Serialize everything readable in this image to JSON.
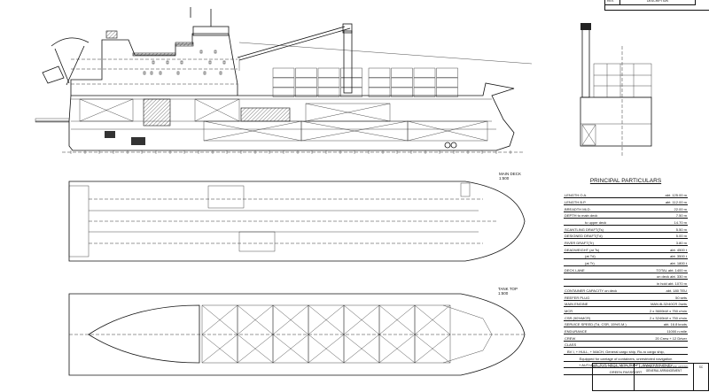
{
  "revision_block": {
    "rev_label": "REV.",
    "description_label": "DESCRIPTION"
  },
  "views": {
    "main_deck": {
      "title": "MAIN DECK",
      "scale": "1:500"
    },
    "tank_top": {
      "title": "TANK TOP",
      "scale": "1:500"
    }
  },
  "particulars": {
    "title": "PRINCIPAL PARTICULARS",
    "rows": [
      {
        "label": "LENGTH O.A.",
        "value": "abt. 125.00 m"
      },
      {
        "label": "LENGTH B.P.",
        "value": "abt. 112.00 m"
      },
      {
        "label": "BREADTH MLD.",
        "value": "22.00 m"
      },
      {
        "label": "DEPTH   to main deck",
        "value": "7.50 m"
      },
      {
        "label": "to upper deck",
        "value": "14.70 m",
        "indent": true
      },
      {
        "label": "SCANTLING DRAFT(Ts)",
        "value": "5.50 m"
      },
      {
        "label": "DESIGNED DRAFT(Td)",
        "value": "5.00 m"
      },
      {
        "label": "RIVER DRAFT(Tr)",
        "value": "3.80 m"
      },
      {
        "label": "DEADWEIGHT (at Ts)",
        "value": "abt. 4500 t"
      },
      {
        "label": "(at Td)",
        "value": "abt. 3500 t",
        "indent": true
      },
      {
        "label": "(at Tr)",
        "value": "abt. 1800 t",
        "indent": true
      },
      {
        "label": "DECK LANE",
        "value": "TOTAL abt. 1400 m"
      },
      {
        "label": "",
        "value": "on deck abt. 330 m"
      },
      {
        "label": "",
        "value": "in hold abt. 1070 m"
      },
      {
        "label": "CONTAINER CAPACITY      on deck",
        "value": "abt. 180 TEU"
      },
      {
        "label": "REEFER PLUG",
        "value": "50 sets"
      },
      {
        "label": "MAIN ENGINE",
        "value": "MAN 8L32/40CR 2sets"
      },
      {
        "label": "MCR",
        "value": "2 x 3600kW x 750 r/min"
      },
      {
        "label": "CSR (90%MCR)",
        "value": "2 x 3240kW x 750 r/min"
      },
      {
        "label": "SERVICE SPEED (Td, CSR, 15%S.M.)",
        "value": "abt. 16.8 knots"
      },
      {
        "label": "ENDURANCE",
        "value": "11000 n.mile"
      },
      {
        "label": "CREW",
        "value": "20 Crew + 12 Driver"
      },
      {
        "label": "CLASS",
        "value": ""
      }
    ],
    "class_lines": [
      "BV   I, + HULL, + MACH, General cargo ship, Ro-ro cargo ship,",
      "Equipped for carriage of containers, unrestricted navigation",
      "+ AUT-UMS, SYS-NEQ1, MON-SHAFT, INWATERSURVEY",
      "GREEN PASSPORT"
    ]
  },
  "title_block": {
    "proposal": "PROPOSAL DESIGN   2017-10-17",
    "vessel": "4400 RORO MULTIPURPOSE VESSEL",
    "drawing": "GENERAL ARRANGEMENT",
    "sheet": "SC"
  }
}
